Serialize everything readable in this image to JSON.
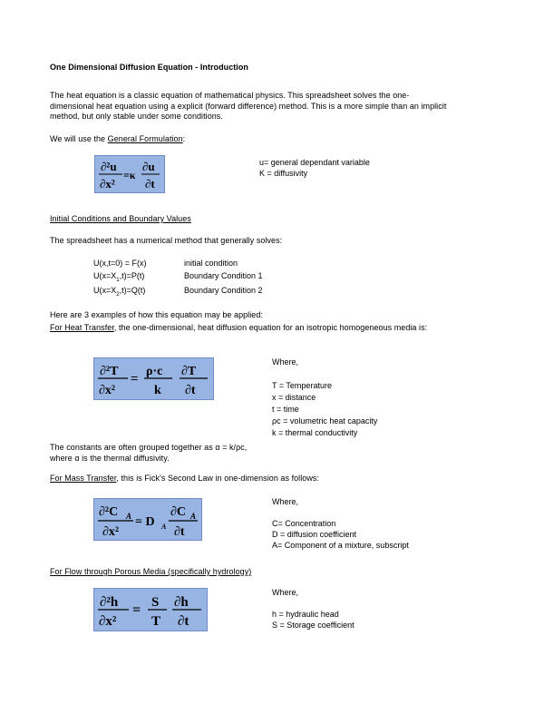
{
  "title": "One Dimensional Diffusion Equation - Introduction",
  "intro": "The heat equation is a classic equation of mathematical physics.  This spreadsheet solves the one-dimensional heat equation using a explicit (forward difference) method.  This is a more simple than an implicit method, but only stable under some conditions.",
  "general": {
    "prefix": "We will use the ",
    "link": "General Formulation",
    "suffix": ":",
    "notes": [
      "u= general dependant variable",
      "K = diffusivity"
    ]
  },
  "ic_heading": "Initial Conditions and Boundary Values",
  "ic_text": "The spreadsheet has a numerical method that generally solves:",
  "conditions": [
    {
      "expr": "U(x,t=0) = F(x)",
      "desc": "initial condition"
    },
    {
      "expr_a": "U(x=X",
      "sub": "1",
      "expr_b": ",t)=P(t)",
      "desc": "Boundary Condition 1"
    },
    {
      "expr_a": "U(x=X",
      "sub": "2",
      "expr_b": ",t)=Q(t)",
      "desc": "Boundary Condition 2"
    }
  ],
  "examples_intro": "Here are 3 examples of how this equation may be applied:",
  "heat": {
    "link": "For Heat Transfer",
    "text": ",  the one-dimensional, heat diffusion equation for an isotropic homogeneous media is:",
    "notes": [
      "Where,",
      "",
      "T = Temperature",
      "x = distance",
      "t = time",
      "ρc = volumetric heat capacity",
      "k = thermal conductivity"
    ],
    "constants": [
      "The constants are often grouped together as α = k/ρc,",
      "where α  is the thermal diffusivity."
    ]
  },
  "mass": {
    "link": "For Mass Transfer",
    "text": ", this is Fick's Second Law in one-dimension as follows:",
    "notes": [
      "Where,",
      "",
      "C= Concentration",
      "D = diffusion coefficient",
      "A= Component of a mixture, subscript"
    ]
  },
  "flow": {
    "link": "For Flow through Porous Media (specifically hydrology)",
    "notes": [
      "Where,",
      "",
      "h = hydraulic head",
      "S = Storage coefficient"
    ]
  },
  "equations": {
    "general": {
      "num": "∂²u",
      "lhs_den": "∂x²",
      "eq": "=κ",
      "rhs_num": "∂u",
      "rhs_den": "∂t"
    },
    "heat": {
      "num": "∂²T",
      "lhs_den": "∂x²",
      "eq": "=",
      "coef_num": "ρ·c",
      "coef_den": "k",
      "rhs_num": "∂T",
      "rhs_den": "∂t"
    },
    "mass": {
      "num": "∂²C",
      "num_sub": "A",
      "lhs_den": "∂x²",
      "eq": "= D",
      "eq_sub": "A",
      "rhs_num": "∂C",
      "rhs_sub": "A",
      "rhs_den": "∂t"
    },
    "flow": {
      "num": "∂²h",
      "lhs_den": "∂x²",
      "eq": "=",
      "coef_num": "S",
      "coef_den": "T",
      "rhs_num": "∂h",
      "rhs_den": "∂t"
    }
  },
  "colors": {
    "equation_bg": "#97b4e3"
  }
}
